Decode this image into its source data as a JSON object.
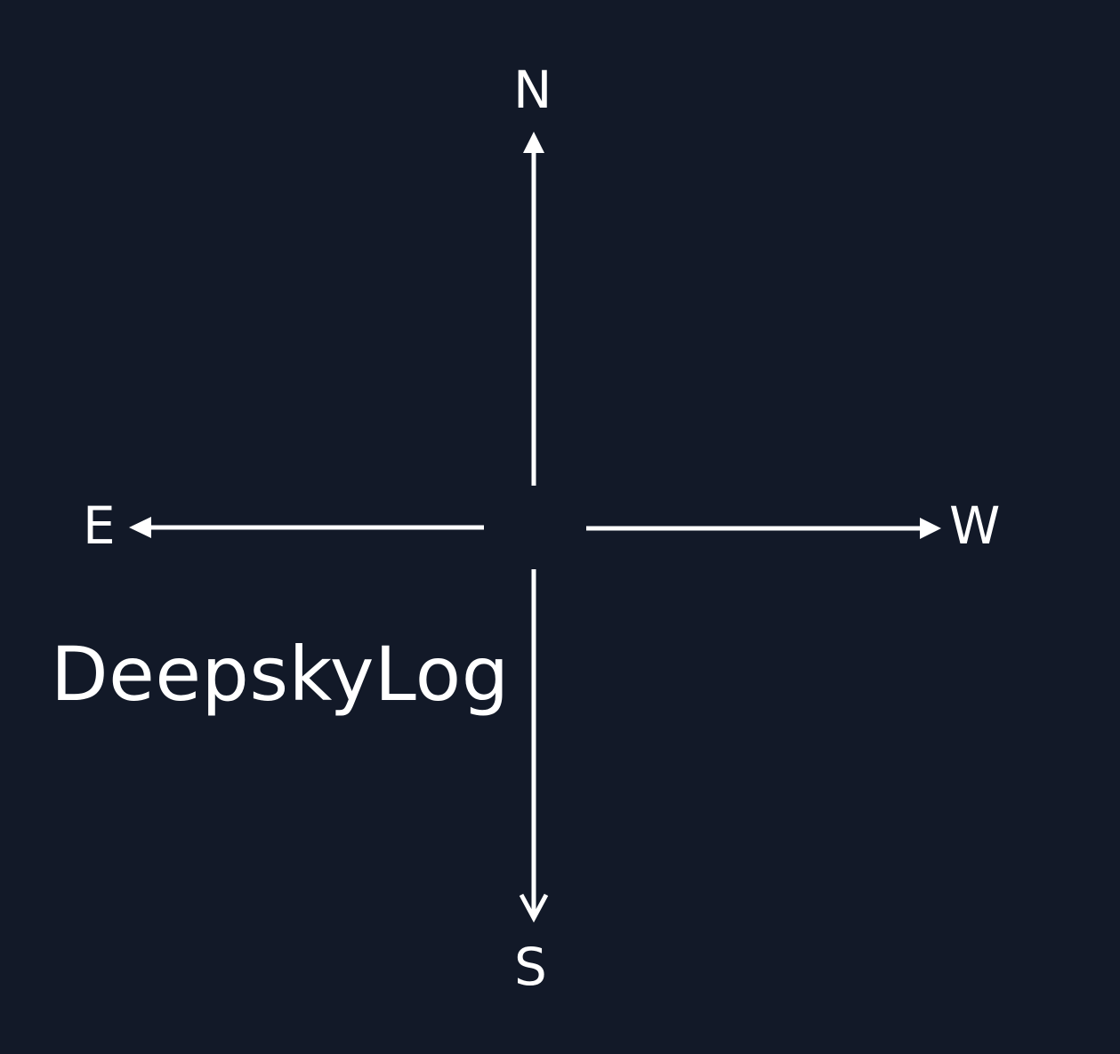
{
  "compass": {
    "north": "N",
    "east": "E",
    "west": "W",
    "south": "S"
  },
  "brand": "DeepskyLog",
  "colors": {
    "background": "#121928",
    "foreground": "#ffffff"
  }
}
